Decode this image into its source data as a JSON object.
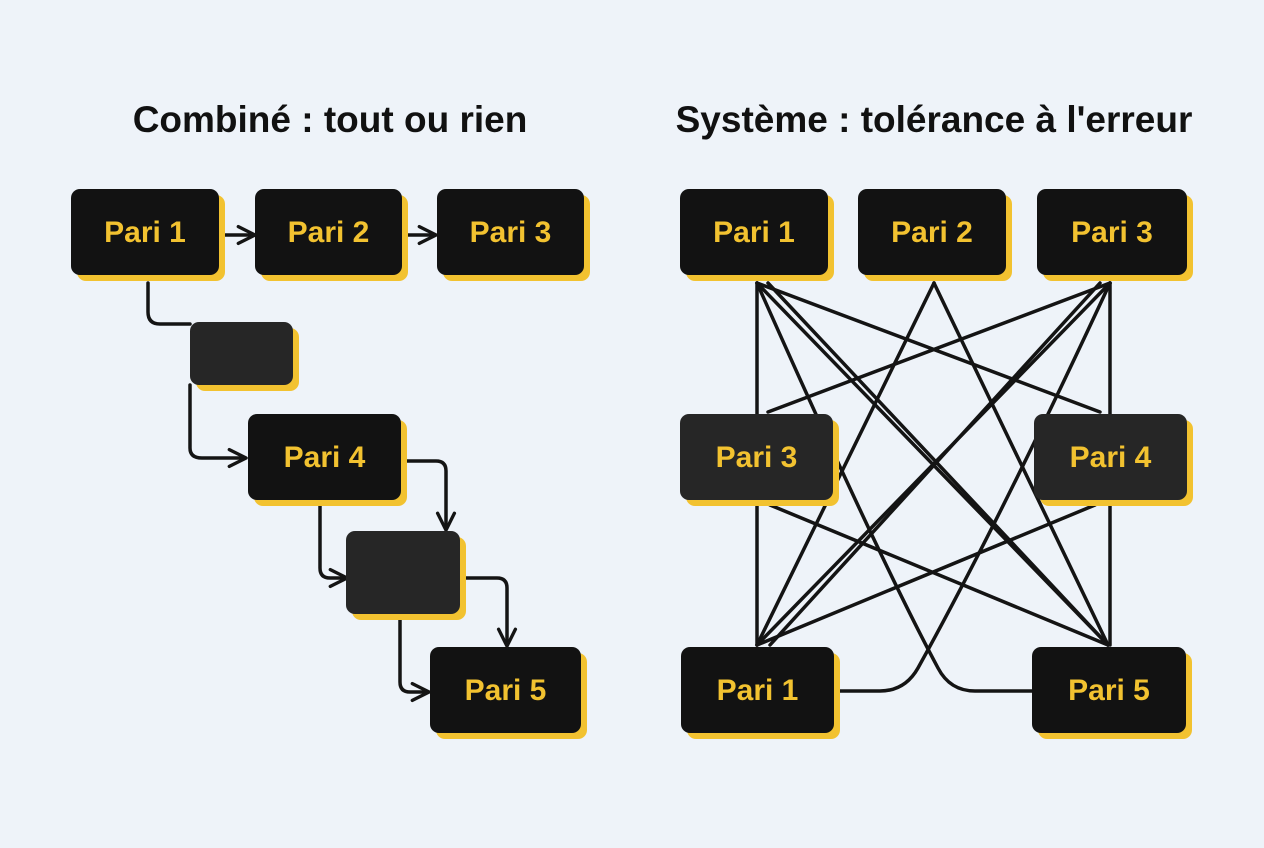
{
  "colors": {
    "background": "#eef3f9",
    "box_fill": "#121212",
    "box_fill_dim": "#262626",
    "box_shadow": "#f2c230",
    "label_text": "#f2c230",
    "line": "#141414"
  },
  "left_panel": {
    "title": "Combiné : tout ou rien",
    "nodes": [
      {
        "id": "l1",
        "label": "Pari 1"
      },
      {
        "id": "l2",
        "label": "Pari 2"
      },
      {
        "id": "l3",
        "label": "Pari 3"
      },
      {
        "id": "lx1",
        "label": ""
      },
      {
        "id": "l4",
        "label": "Pari 4"
      },
      {
        "id": "lx2",
        "label": ""
      },
      {
        "id": "l5",
        "label": "Pari 5"
      }
    ]
  },
  "right_panel": {
    "title": "Système : tolérance à l'erreur",
    "nodes": [
      {
        "id": "r1",
        "label": "Pari 1"
      },
      {
        "id": "r2",
        "label": "Pari 2"
      },
      {
        "id": "r3",
        "label": "Pari 3"
      },
      {
        "id": "r4",
        "label": "Pari 3"
      },
      {
        "id": "r5",
        "label": "Pari 4"
      },
      {
        "id": "r6",
        "label": "Pari 1"
      },
      {
        "id": "r7",
        "label": "Pari 5"
      }
    ]
  }
}
